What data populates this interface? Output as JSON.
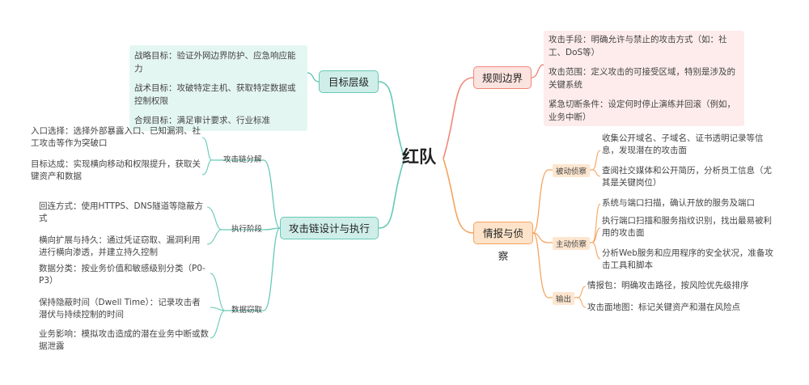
{
  "root": {
    "title": "红队"
  },
  "branches": {
    "rules": {
      "title": "规则边界",
      "items": [
        "攻击手段：明确允许与禁止的攻击方式（如：社工、DoS等）",
        "攻击范围：定义攻击的可接受区域，特别是涉及的关键系统",
        "紧急切断条件：设定何时停止演练并回滚（例如，业务中断）"
      ]
    },
    "intel": {
      "title": "情报与侦察",
      "groups": [
        {
          "label": "被动侦察",
          "leaves": [
            "收集公开域名、子域名、证书透明记录等信息，发现潜在的攻击面",
            "查阅社交媒体和公开简历，分析员工信息（尤其是关键岗位）"
          ]
        },
        {
          "label": "主动侦察",
          "leaves": [
            "系统与端口扫描，确认开放的服务及端口",
            "执行端口扫描和服务指纹识别，找出最易被利用的攻击面",
            "分析Web服务和应用程序的安全状况，准备攻击工具和脚本"
          ]
        },
        {
          "label": "输出",
          "leaves": [
            "情报包：明确攻击路径，按风险优先级排序",
            "攻击面地图：标记关键资产和潜在风险点"
          ]
        }
      ]
    },
    "goals": {
      "title": "目标层级",
      "items": [
        "战略目标：验证外网边界防护、应急响应能力",
        "战术目标：攻破特定主机、获取特定数据或控制权限",
        "合规目标：满足审计要求、行业标准"
      ]
    },
    "chain": {
      "title": "攻击链设计与执行",
      "groups": [
        {
          "label": "攻击链分解",
          "leaves": [
            "入口选择：选择外部暴露入口、已知漏洞、社工攻击等作为突破口",
            "目标达成：实现横向移动和权限提升，获取关键资产和数据"
          ]
        },
        {
          "label": "执行阶段",
          "leaves": [
            "回连方式：使用HTTPS、DNS隧道等隐蔽方式",
            "横向扩展与持久：通过凭证窃取、漏洞利用进行横向渗透，并建立持久控制"
          ]
        },
        {
          "label": "数据窃取",
          "leaves": [
            "数据分类：按业务价值和敏感级别分类（P0-P3）",
            "保持隐蔽时间（Dwell Time）：记录攻击者潜伏与持续控制的时间",
            "业务影响：模拟攻击造成的潜在业务中断或数据泄露"
          ]
        }
      ]
    }
  },
  "colors": {
    "red": "#f08878",
    "orange": "#f5a45f",
    "teal": "#66c9b6"
  }
}
